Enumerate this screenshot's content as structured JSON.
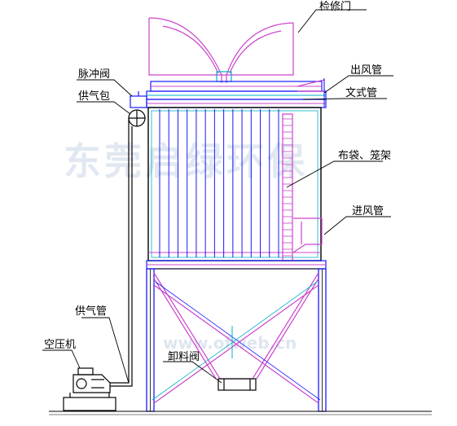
{
  "labels": {
    "inspection_door": "检修门",
    "outlet_pipe": "出风管",
    "pulse_valve": "脉冲阀",
    "venturi": "文式管",
    "air_bag": "供气包",
    "bag_cage": "布袋、笼架",
    "inlet_pipe": "进风管",
    "air_supply_pipe": "供气管",
    "compressor": "空压机",
    "discharge_valve": "卸料阀"
  },
  "watermark": {
    "main": "东莞启绿环保",
    "url": "www.ofweb.cn"
  },
  "colors": {
    "frame": "#1a1aff",
    "magenta": "#cc44cc",
    "cyan": "#00b0c8",
    "line": "#000000",
    "watermark": "#c9d7e6"
  },
  "filter_bags": {
    "count": 14
  }
}
